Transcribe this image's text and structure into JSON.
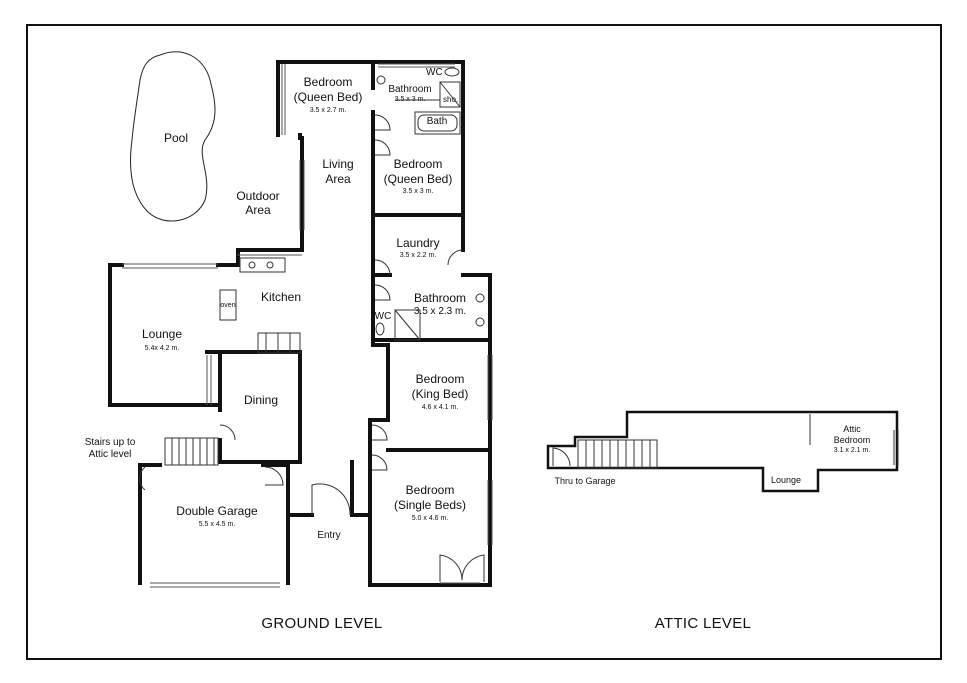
{
  "ground": {
    "title": "GROUND LEVEL",
    "rooms": {
      "pool": "Pool",
      "outdoor": [
        "Outdoor",
        "Area"
      ],
      "bed1": [
        "Bedroom",
        "(Queen Bed)"
      ],
      "bed1_dim": "3.5 x 2.7 m.",
      "bath1": "Bathroom",
      "bath1_dim": "3.5 x 3 m.",
      "wc1": "WC",
      "sho": "sho.",
      "bath": "Bath",
      "living": [
        "Living",
        "Area"
      ],
      "bed2": [
        "Bedroom",
        "(Queen Bed)"
      ],
      "bed2_dim": "3.5 x 3 m.",
      "laundry": "Laundry",
      "laundry_dim": "3.5 x 2.2 m.",
      "kitchen": "Kitchen",
      "oven": "oven",
      "bath2": "Bathroom",
      "bath2_dim": "3.5 x 2.3 m.",
      "wc2": "WC",
      "lounge": "Lounge",
      "lounge_dim": "5.4x 4.2 m.",
      "dining": "Dining",
      "bed3": [
        "Bedroom",
        "(King Bed)"
      ],
      "bed3_dim": "4.6 x 4.1 m.",
      "stairs": [
        "Stairs up to",
        "Attic level"
      ],
      "garage": "Double Garage",
      "garage_dim": "5.5 x 4.5 m.",
      "entry": "Entry",
      "bed4": [
        "Bedroom",
        "(Single Beds)"
      ],
      "bed4_dim": "5.0 x 4.6 m."
    }
  },
  "attic": {
    "title": "ATTIC LEVEL",
    "rooms": {
      "bedroom": [
        "Attic",
        "Bedroom"
      ],
      "bedroom_dim": "3.1 x 2.1 m.",
      "lounge": "Lounge",
      "thru": "Thru to Garage"
    }
  }
}
